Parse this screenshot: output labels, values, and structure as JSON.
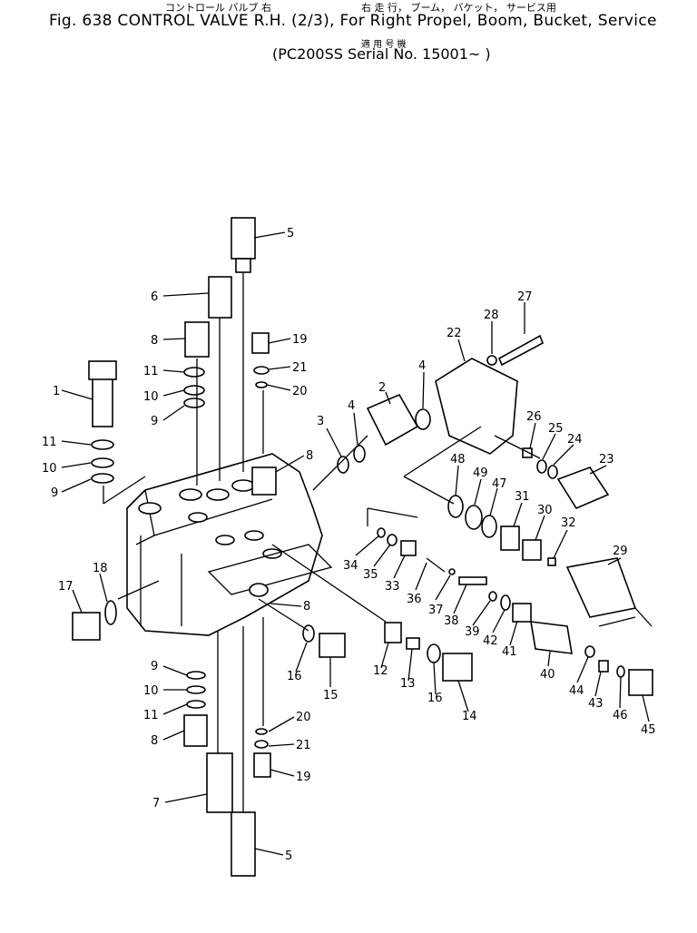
{
  "header": {
    "jp_line1_left": "コントロール バルブ 右",
    "jp_line1_right": "右 走 行， ブーム， バケット， サービス用",
    "title": "Fig. 638  CONTROL VALVE R.H. (2/3), For Right Propel, Boom, Bucket, Service",
    "jp_line2": "適 用 号 機",
    "serial": "(PC200SS Serial No. 15001~ )"
  },
  "callouts": [
    {
      "id": "c5a",
      "text": "5"
    },
    {
      "id": "c6",
      "text": "6"
    },
    {
      "id": "c8a",
      "text": "8"
    },
    {
      "id": "c19a",
      "text": "19"
    },
    {
      "id": "c21a",
      "text": "21"
    },
    {
      "id": "c20a",
      "text": "20"
    },
    {
      "id": "c11a",
      "text": "11"
    },
    {
      "id": "c10a",
      "text": "10"
    },
    {
      "id": "c9a",
      "text": "9"
    },
    {
      "id": "c1",
      "text": "1"
    },
    {
      "id": "c11b",
      "text": "11"
    },
    {
      "id": "c10b",
      "text": "10"
    },
    {
      "id": "c9b",
      "text": "9"
    },
    {
      "id": "c8b",
      "text": "8"
    },
    {
      "id": "c3",
      "text": "3"
    },
    {
      "id": "c4a",
      "text": "4"
    },
    {
      "id": "c2",
      "text": "2"
    },
    {
      "id": "c4b",
      "text": "4"
    },
    {
      "id": "c22",
      "text": "22"
    },
    {
      "id": "c28",
      "text": "28"
    },
    {
      "id": "c27",
      "text": "27"
    },
    {
      "id": "c26",
      "text": "26"
    },
    {
      "id": "c25",
      "text": "25"
    },
    {
      "id": "c24",
      "text": "24"
    },
    {
      "id": "c23",
      "text": "23"
    },
    {
      "id": "c48",
      "text": "48"
    },
    {
      "id": "c49",
      "text": "49"
    },
    {
      "id": "c47",
      "text": "47"
    },
    {
      "id": "c31",
      "text": "31"
    },
    {
      "id": "c30",
      "text": "30"
    },
    {
      "id": "c32",
      "text": "32"
    },
    {
      "id": "c29",
      "text": "29"
    },
    {
      "id": "c34",
      "text": "34"
    },
    {
      "id": "c35",
      "text": "35"
    },
    {
      "id": "c33",
      "text": "33"
    },
    {
      "id": "c36",
      "text": "36"
    },
    {
      "id": "c37",
      "text": "37"
    },
    {
      "id": "c38",
      "text": "38"
    },
    {
      "id": "c39",
      "text": "39"
    },
    {
      "id": "c42",
      "text": "42"
    },
    {
      "id": "c41",
      "text": "41"
    },
    {
      "id": "c40",
      "text": "40"
    },
    {
      "id": "c44",
      "text": "44"
    },
    {
      "id": "c43",
      "text": "43"
    },
    {
      "id": "c46",
      "text": "46"
    },
    {
      "id": "c45",
      "text": "45"
    },
    {
      "id": "c17",
      "text": "17"
    },
    {
      "id": "c18",
      "text": "18"
    },
    {
      "id": "c8c",
      "text": "8"
    },
    {
      "id": "c16a",
      "text": "16"
    },
    {
      "id": "c15",
      "text": "15"
    },
    {
      "id": "c12",
      "text": "12"
    },
    {
      "id": "c13",
      "text": "13"
    },
    {
      "id": "c16b",
      "text": "16"
    },
    {
      "id": "c14",
      "text": "14"
    },
    {
      "id": "c9c",
      "text": "9"
    },
    {
      "id": "c10c",
      "text": "10"
    },
    {
      "id": "c11c",
      "text": "11"
    },
    {
      "id": "c8d",
      "text": "8"
    },
    {
      "id": "c20b",
      "text": "20"
    },
    {
      "id": "c21b",
      "text": "21"
    },
    {
      "id": "c19b",
      "text": "19"
    },
    {
      "id": "c7",
      "text": "7"
    },
    {
      "id": "c5b",
      "text": "5"
    }
  ]
}
